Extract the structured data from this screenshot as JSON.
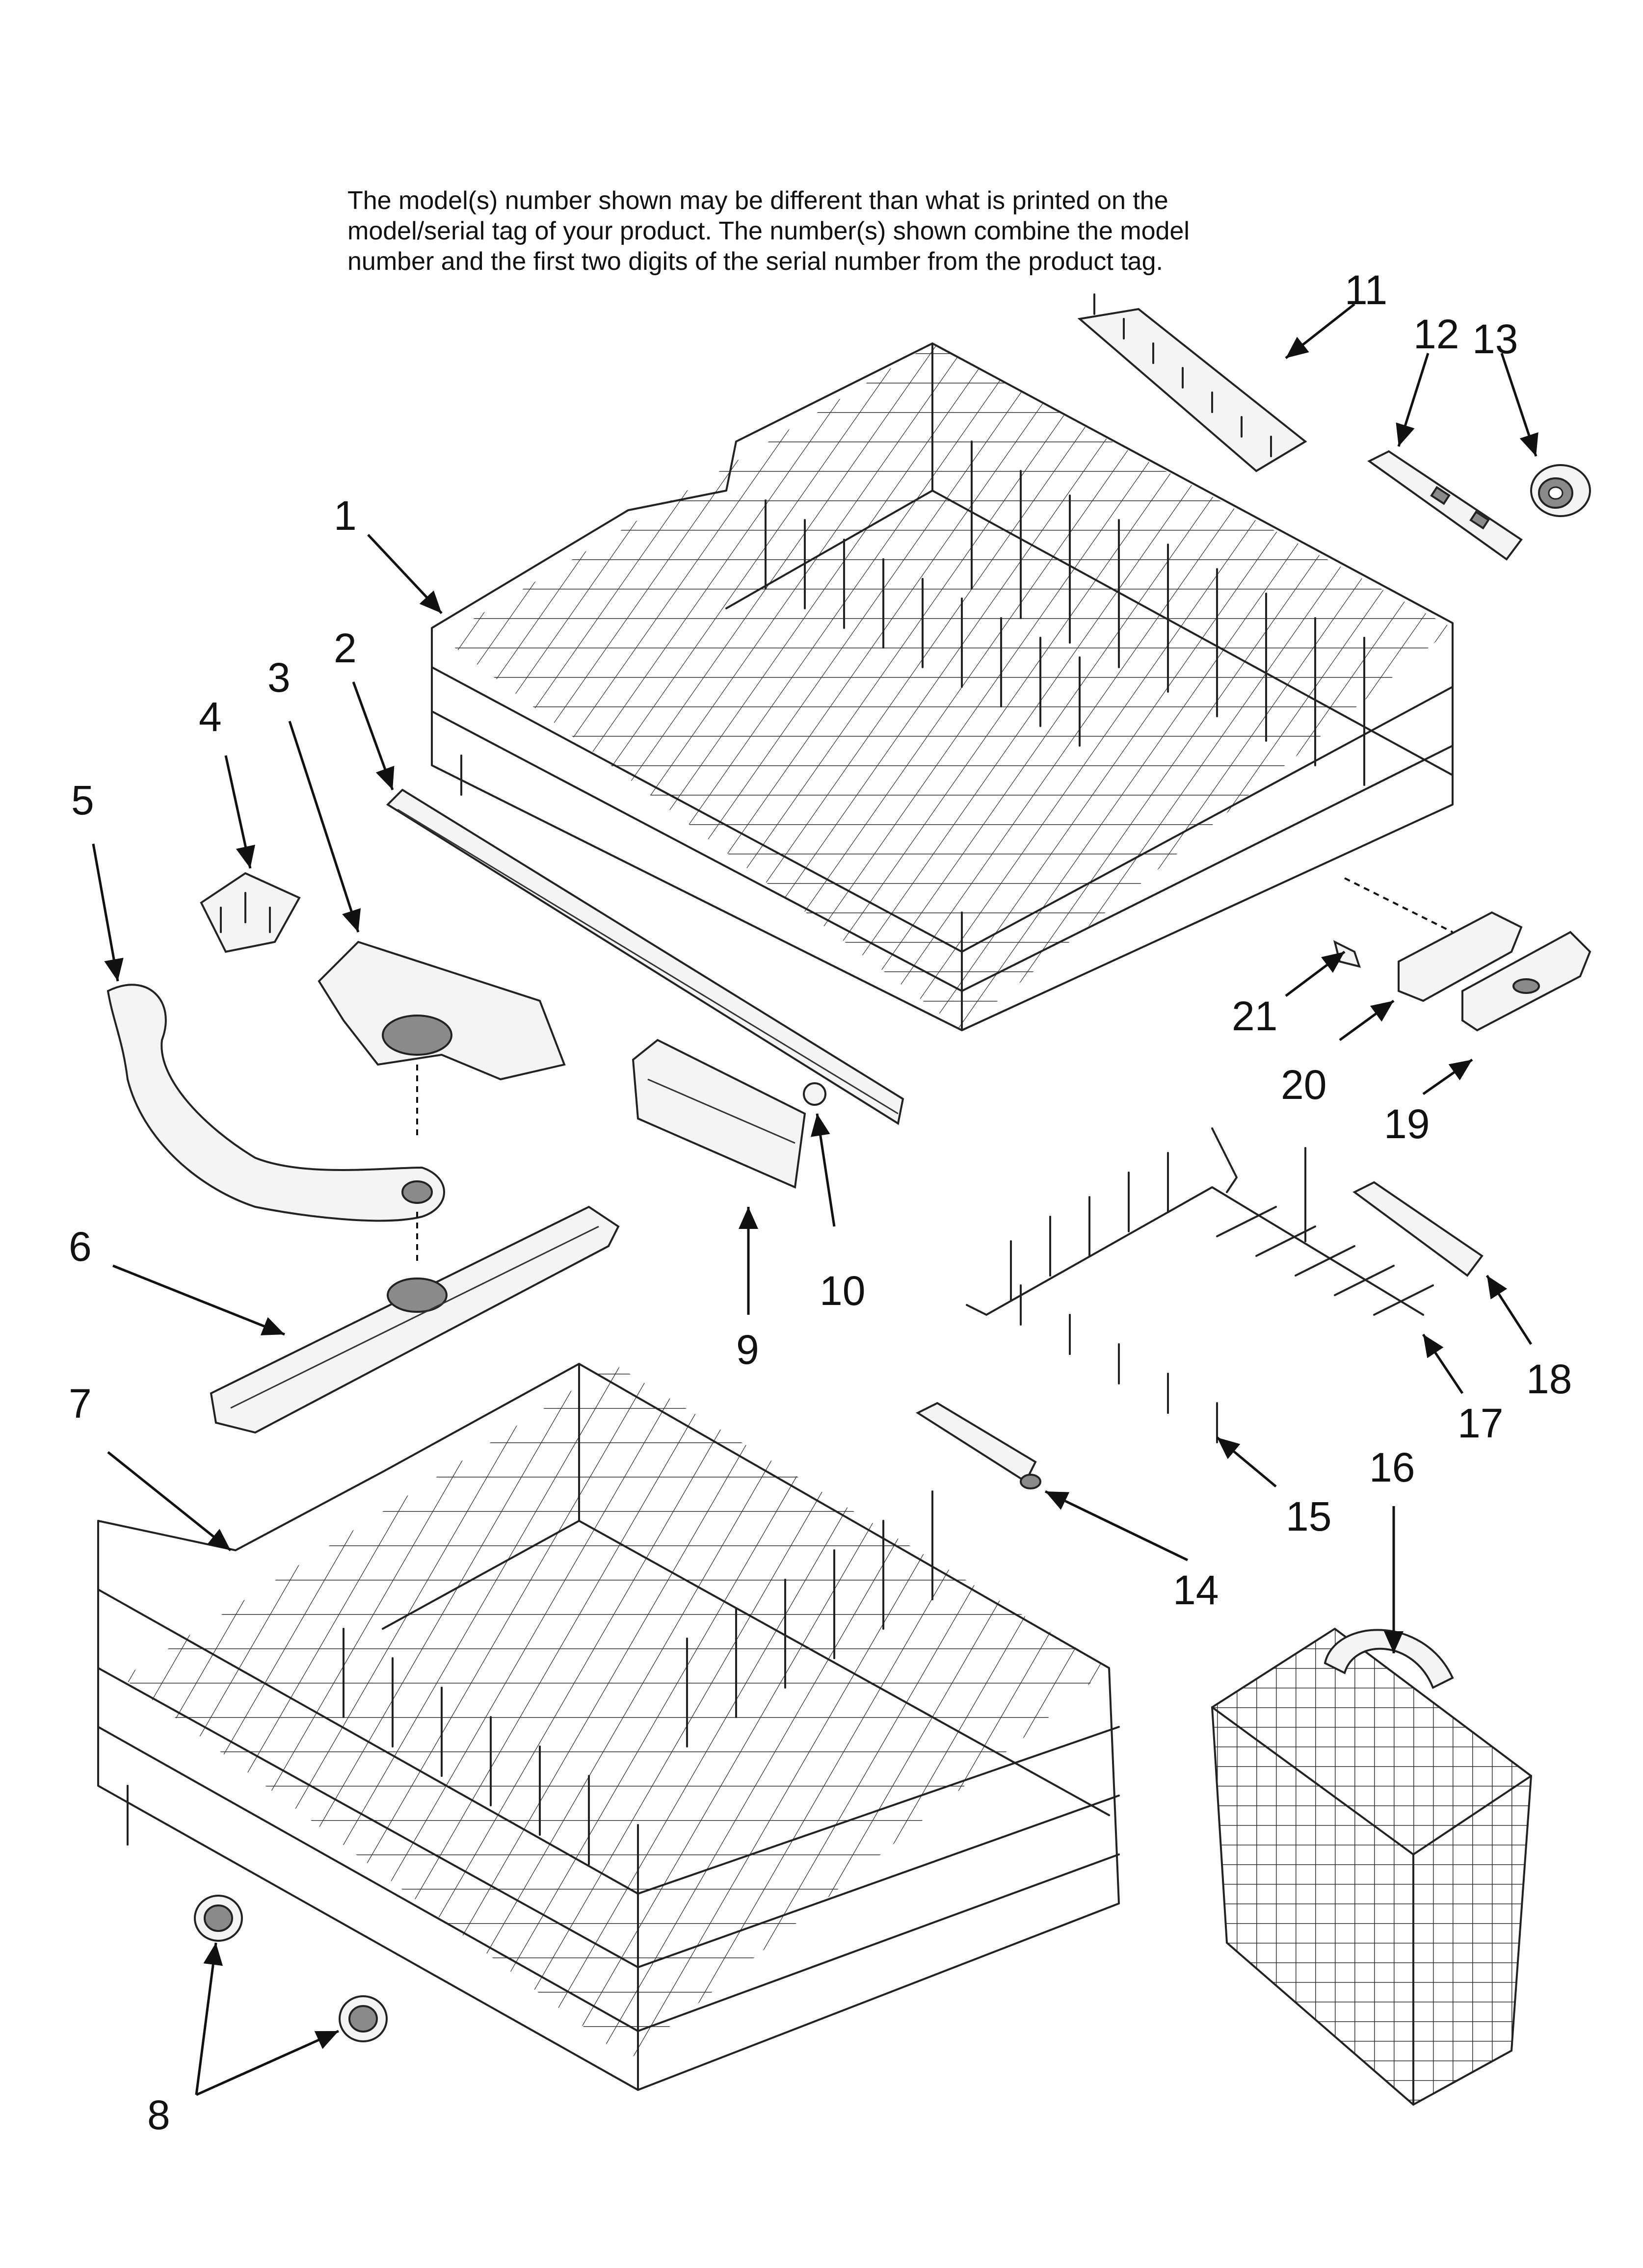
{
  "note": {
    "line1": "The model(s) number shown may be different than what is printed on the",
    "line2": "model/serial tag of your product. The number(s) shown combine the model",
    "line3": "number and the first two digits of the serial number from the product tag."
  },
  "callouts": [
    "1",
    "2",
    "3",
    "4",
    "5",
    "6",
    "7",
    "8",
    "9",
    "10",
    "11",
    "12",
    "13",
    "14",
    "15",
    "16",
    "17",
    "18",
    "19",
    "20",
    "21"
  ]
}
